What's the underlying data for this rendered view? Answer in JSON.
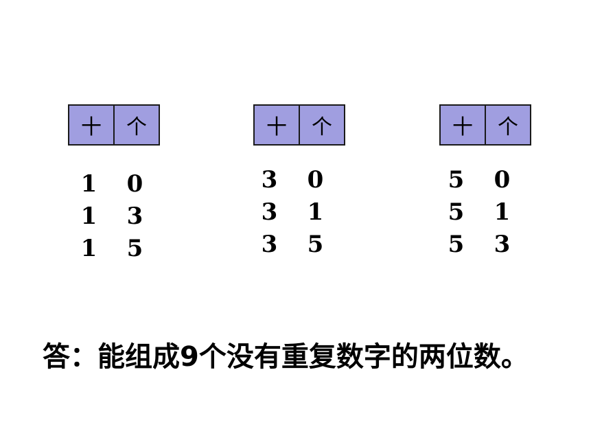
{
  "tables": [
    {
      "headers": [
        "十",
        "个"
      ],
      "rows": [
        [
          "1",
          "0"
        ],
        [
          "1",
          "3"
        ],
        [
          "1",
          "5"
        ]
      ]
    },
    {
      "headers": [
        "十",
        "个"
      ],
      "rows": [
        [
          "3",
          "0"
        ],
        [
          "3",
          "1"
        ],
        [
          "3",
          "5"
        ]
      ]
    },
    {
      "headers": [
        "十",
        "个"
      ],
      "rows": [
        [
          "5",
          "0"
        ],
        [
          "5",
          "1"
        ],
        [
          "5",
          "3"
        ]
      ]
    }
  ],
  "answer": "答：能组成9个没有重复数字的两位数。",
  "colors": {
    "header_fill": "#a09ee0",
    "border": "#1a1a1a",
    "text": "#000000"
  }
}
